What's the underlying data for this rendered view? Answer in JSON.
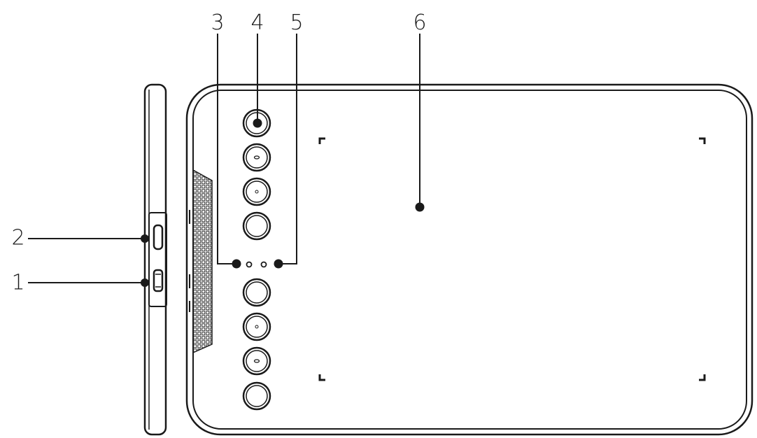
{
  "diagram": {
    "callouts": [
      "1",
      "2",
      "3",
      "4",
      "5",
      "6"
    ],
    "stroke_color": "#1a1a1a",
    "background": "#ffffff",
    "express_key_count": 8,
    "indicator_light_count": 2
  }
}
